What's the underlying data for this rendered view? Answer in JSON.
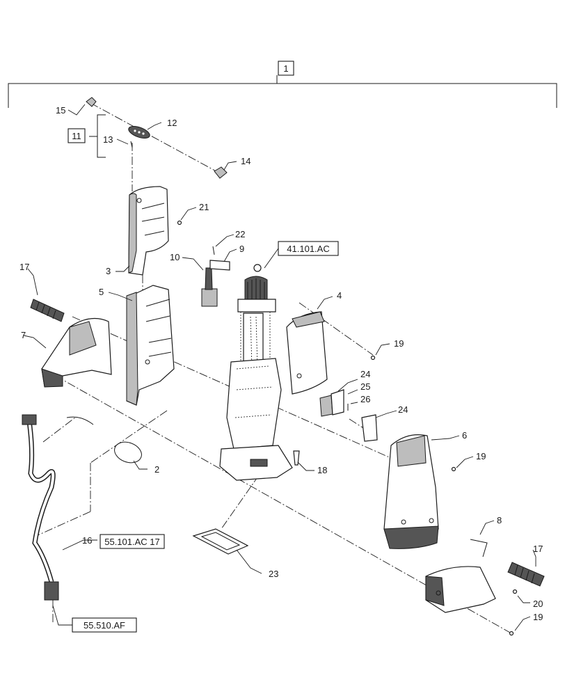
{
  "assembly": {
    "main_ref": "1",
    "sub_ref": "11"
  },
  "references": {
    "ref_41": "41.101.AC",
    "ref_55_101": "55.101.AC 17",
    "ref_55_510": "55.510.AF"
  },
  "callouts": [
    {
      "key": "c15",
      "text": "15"
    },
    {
      "key": "c12",
      "text": "12"
    },
    {
      "key": "c13",
      "text": "13"
    },
    {
      "key": "c14",
      "text": "14"
    },
    {
      "key": "c21",
      "text": "21"
    },
    {
      "key": "c3",
      "text": "3"
    },
    {
      "key": "c22",
      "text": "22"
    },
    {
      "key": "c9",
      "text": "9"
    },
    {
      "key": "c10",
      "text": "10"
    },
    {
      "key": "c17a",
      "text": "17"
    },
    {
      "key": "c5",
      "text": "5"
    },
    {
      "key": "c4",
      "text": "4"
    },
    {
      "key": "c7",
      "text": "7"
    },
    {
      "key": "c19a",
      "text": "19"
    },
    {
      "key": "c24a",
      "text": "24"
    },
    {
      "key": "c25",
      "text": "25"
    },
    {
      "key": "c26",
      "text": "26"
    },
    {
      "key": "c24b",
      "text": "24"
    },
    {
      "key": "c6",
      "text": "6"
    },
    {
      "key": "c2",
      "text": "2"
    },
    {
      "key": "c19b",
      "text": "19"
    },
    {
      "key": "c18",
      "text": "18"
    },
    {
      "key": "c8",
      "text": "8"
    },
    {
      "key": "c16",
      "text": "16"
    },
    {
      "key": "c17b",
      "text": "17"
    },
    {
      "key": "c23",
      "text": "23"
    },
    {
      "key": "c20",
      "text": "20"
    },
    {
      "key": "c19c",
      "text": "19"
    }
  ]
}
